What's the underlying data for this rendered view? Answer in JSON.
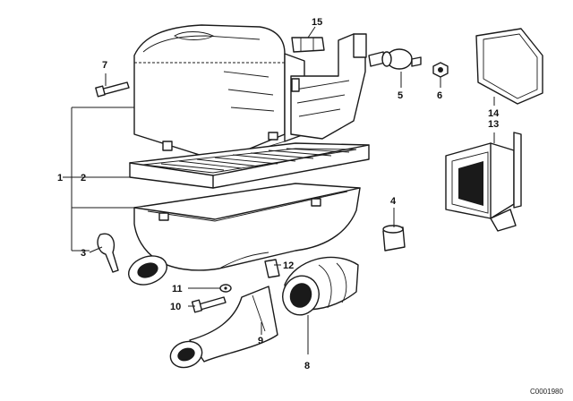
{
  "callouts": {
    "c1": "1",
    "c2": "2",
    "c3": "3",
    "c4": "4",
    "c5": "5",
    "c6": "6",
    "c7": "7",
    "c8": "8",
    "c9": "9",
    "c10": "10",
    "c11": "11",
    "c12": "12",
    "c13": "13",
    "c14": "14",
    "c15": "15"
  },
  "diagram_id": "C0001980",
  "colors": {
    "line": "#1a1a1a",
    "background": "#ffffff"
  }
}
